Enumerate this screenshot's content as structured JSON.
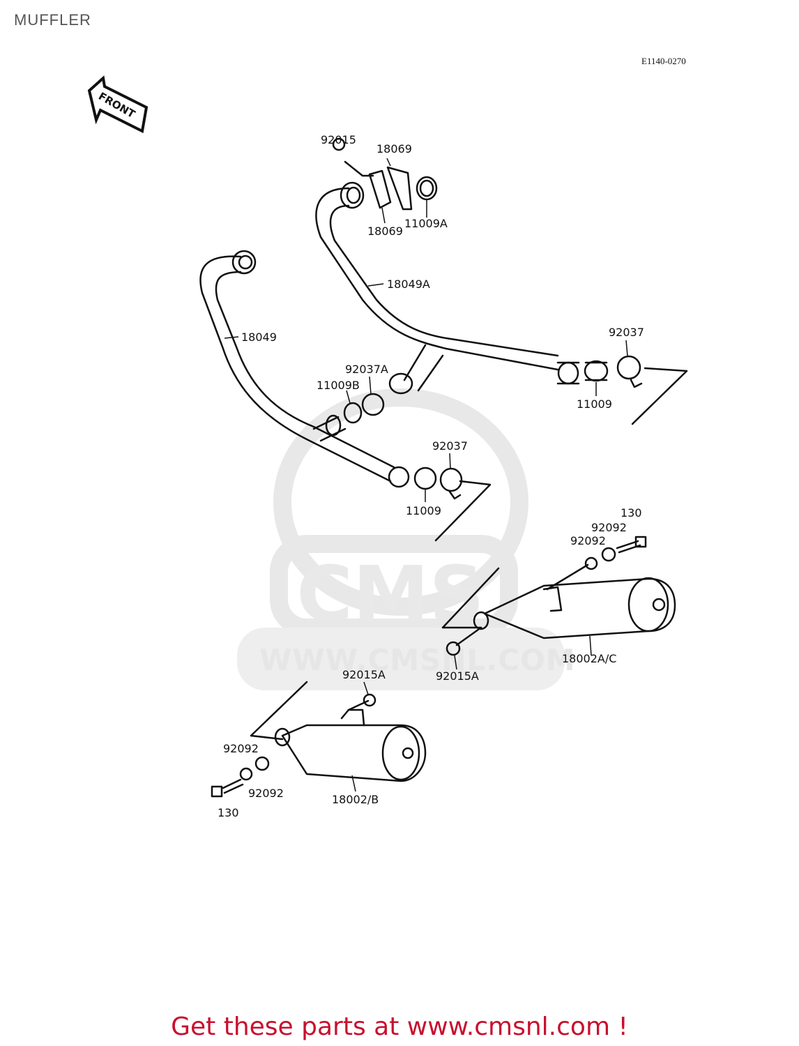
{
  "page": {
    "title": "MUFFLER",
    "diagram_code": "E1140-0270"
  },
  "front_badge": {
    "text": "FRONT"
  },
  "watermark": {
    "brand": "CMS",
    "url": "WWW.CMSNL.COM"
  },
  "labels": {
    "p92015": "92015",
    "p18069_top": "18069",
    "p18069_bottom": "18069",
    "p11009A": "11009A",
    "p18049A": "18049A",
    "p18049": "18049",
    "p92037_right": "92037",
    "p11009_right": "11009",
    "p92037A": "92037A",
    "p11009B": "11009B",
    "p92037_mid": "92037",
    "p11009_mid": "11009",
    "p130_right": "130",
    "p92092_right_a": "92092",
    "p92092_right_b": "92092",
    "p18002AC": "18002A/C",
    "p92015A_right": "92015A",
    "p92015A_left": "92015A",
    "p92092_left_a": "92092",
    "p92092_left_b": "92092",
    "p130_left": "130",
    "p18002B": "18002/B"
  },
  "footer": {
    "text": "Get these parts at www.cmsnl.com !"
  },
  "colors": {
    "footer": "#c8102e",
    "title": "#555555",
    "line": "#111111",
    "watermark": "#e6e6e6"
  }
}
